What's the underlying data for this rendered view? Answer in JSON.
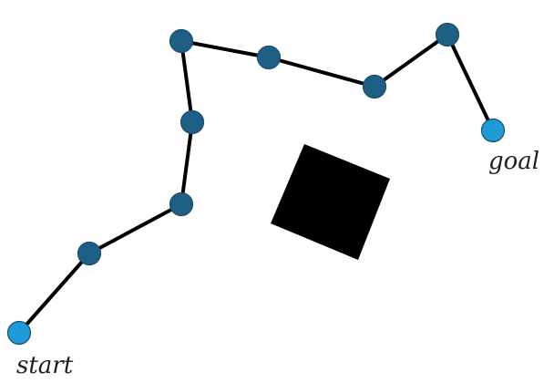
{
  "colors": {
    "waypoint": "#1e5f86",
    "endpoint": "#1e9ad6",
    "edge": "#000000",
    "obstacle": "#000000"
  },
  "labels": {
    "start": "start",
    "goal": "goal"
  },
  "path": [
    {
      "id": "start",
      "kind": "endpoint"
    },
    {
      "id": "w1",
      "kind": "waypoint"
    },
    {
      "id": "w2",
      "kind": "waypoint"
    },
    {
      "id": "w3",
      "kind": "waypoint"
    },
    {
      "id": "w4",
      "kind": "waypoint"
    },
    {
      "id": "w5",
      "kind": "waypoint"
    },
    {
      "id": "w6",
      "kind": "waypoint"
    },
    {
      "id": "w7",
      "kind": "waypoint"
    },
    {
      "id": "w8",
      "kind": "waypoint"
    },
    {
      "id": "goal",
      "kind": "endpoint"
    }
  ]
}
